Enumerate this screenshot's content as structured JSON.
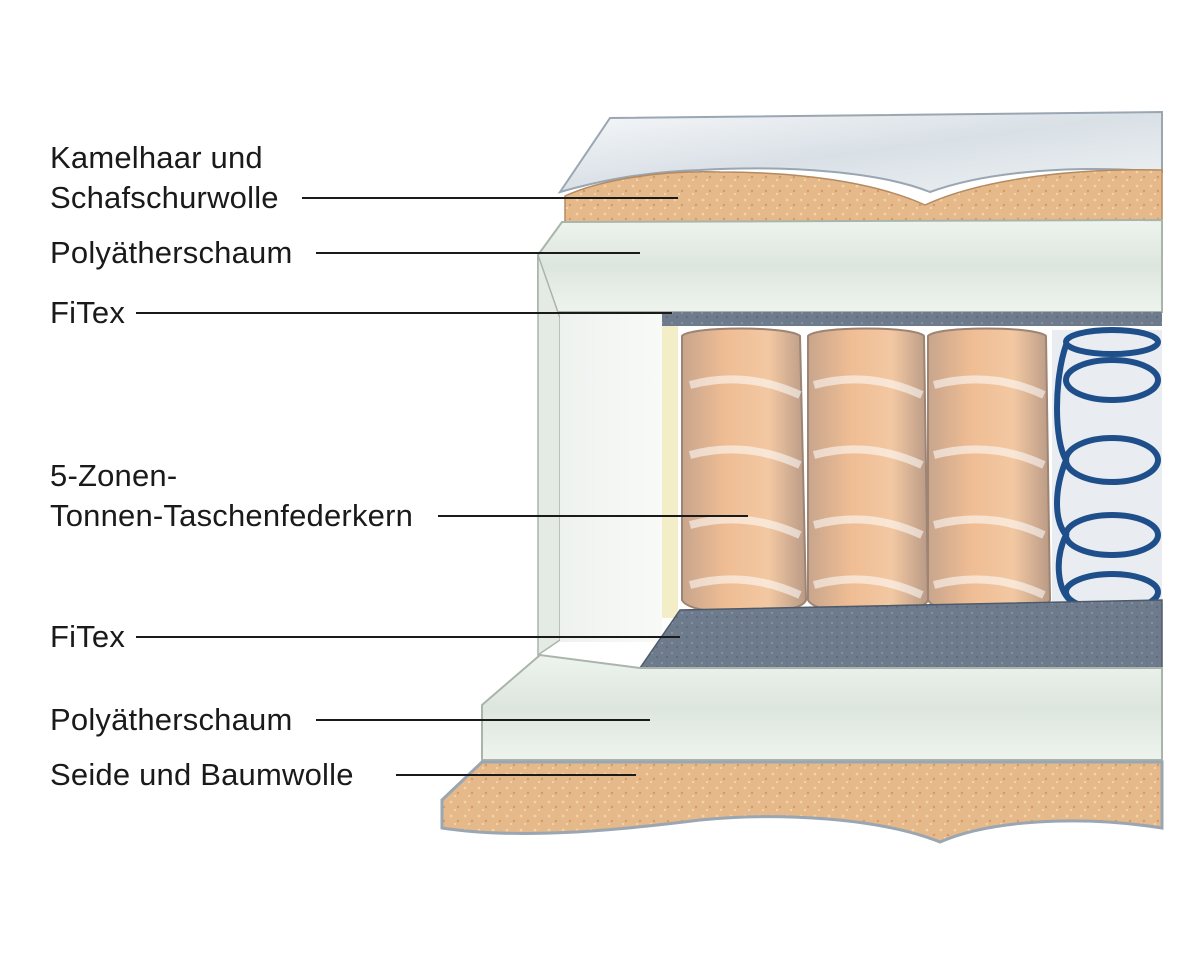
{
  "labels": {
    "kamelhaar": {
      "line1": "Kamelhaar und",
      "line2": "Schafschurwolle"
    },
    "polyaether_top": "Polyätherschaum",
    "fitex_top": "FiTex",
    "taschenfederkern": {
      "line1": "5-Zonen-",
      "line2": "Tonnen-Taschenfederkern"
    },
    "fitex_bottom": "FiTex",
    "polyaether_bottom": "Polyätherschaum",
    "seide": "Seide und Baumwolle"
  },
  "colors": {
    "text": "#1a1a1a",
    "leader": "#1a1a1a",
    "fiber": "#e4b889",
    "foam": "#e3ebe3",
    "fitex": "#6f7c8e",
    "pocket": "#e8b48e",
    "spring": "#1f4f8a",
    "cover": "#dfe5ea"
  }
}
